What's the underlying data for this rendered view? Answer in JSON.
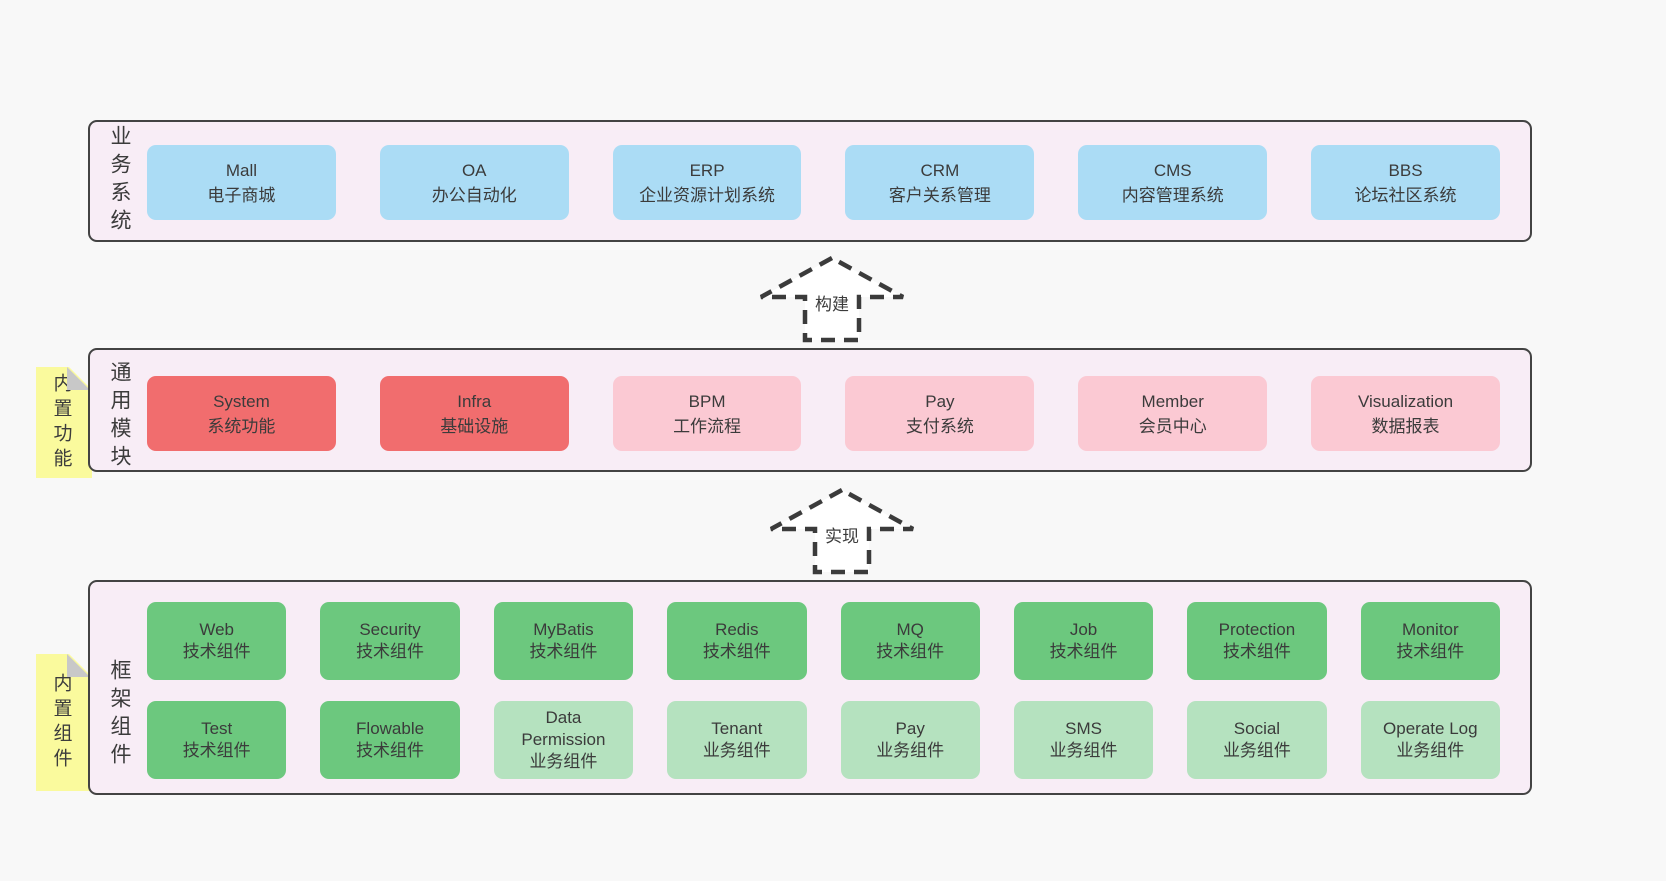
{
  "colors": {
    "page_bg": "#f8f8f8",
    "panel_bg": "#f8edf6",
    "panel_border": "#434343",
    "box_blue": "#abdcf5",
    "box_red": "#f16d6e",
    "box_pink": "#fbc9d3",
    "box_green": "#6cc87e",
    "box_light_green": "#b5e2bf",
    "sticky_yellow": "#fafa9d",
    "sticky_fold": "#c8c8c8",
    "text": "#3b3b3b"
  },
  "panels": {
    "business": {
      "label": "业务系统"
    },
    "common": {
      "label": "通用模块",
      "sticky": "内置功能"
    },
    "framework": {
      "label": "框架组件",
      "sticky": "内置组件"
    }
  },
  "arrows": {
    "build": {
      "label": "构建"
    },
    "implement": {
      "label": "实现"
    }
  },
  "business": {
    "items": [
      {
        "name": "Mall",
        "desc": "电子商城"
      },
      {
        "name": "OA",
        "desc": "办公自动化"
      },
      {
        "name": "ERP",
        "desc": "企业资源计划系统"
      },
      {
        "name": "CRM",
        "desc": "客户关系管理"
      },
      {
        "name": "CMS",
        "desc": "内容管理系统"
      },
      {
        "name": "BBS",
        "desc": "论坛社区系统"
      }
    ]
  },
  "common": {
    "items": [
      {
        "name": "System",
        "desc": "系统功能",
        "variant": "red"
      },
      {
        "name": "Infra",
        "desc": "基础设施",
        "variant": "red"
      },
      {
        "name": "BPM",
        "desc": "工作流程",
        "variant": "pink"
      },
      {
        "name": "Pay",
        "desc": "支付系统",
        "variant": "pink"
      },
      {
        "name": "Member",
        "desc": "会员中心",
        "variant": "pink"
      },
      {
        "name": "Visualization",
        "desc": "数据报表",
        "variant": "pink"
      }
    ]
  },
  "framework": {
    "row1": [
      {
        "name": "Web",
        "desc": "技术组件",
        "variant": "green"
      },
      {
        "name": "Security",
        "desc": "技术组件",
        "variant": "green"
      },
      {
        "name": "MyBatis",
        "desc": "技术组件",
        "variant": "green"
      },
      {
        "name": "Redis",
        "desc": "技术组件",
        "variant": "green"
      },
      {
        "name": "MQ",
        "desc": "技术组件",
        "variant": "green"
      },
      {
        "name": "Job",
        "desc": "技术组件",
        "variant": "green"
      },
      {
        "name": "Protection",
        "desc": "技术组件",
        "variant": "green"
      },
      {
        "name": "Monitor",
        "desc": "技术组件",
        "variant": "green"
      }
    ],
    "row2": [
      {
        "name": "Test",
        "desc": "技术组件",
        "variant": "green"
      },
      {
        "name": "Flowable",
        "desc": "技术组件",
        "variant": "green"
      },
      {
        "name": "Data Permission",
        "desc": "业务组件",
        "variant": "lightgreen"
      },
      {
        "name": "Tenant",
        "desc": "业务组件",
        "variant": "lightgreen"
      },
      {
        "name": "Pay",
        "desc": "业务组件",
        "variant": "lightgreen"
      },
      {
        "name": "SMS",
        "desc": "业务组件",
        "variant": "lightgreen"
      },
      {
        "name": "Social",
        "desc": "业务组件",
        "variant": "lightgreen"
      },
      {
        "name": "Operate Log",
        "desc": "业务组件",
        "variant": "lightgreen"
      }
    ]
  }
}
